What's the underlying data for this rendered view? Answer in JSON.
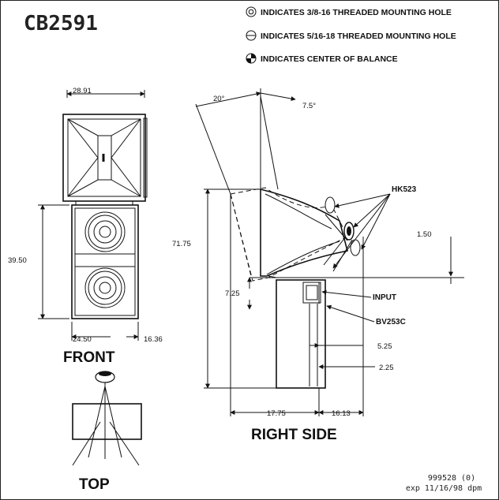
{
  "model": "CB2591",
  "legend": [
    {
      "icon": "threaded-hole-3-8-icon",
      "text": "INDICATES 3/8-16 THREADED MOUNTING HOLE"
    },
    {
      "icon": "threaded-hole-5-16-icon",
      "text": "INDICATES 5/16-18 THREADED MOUNTING HOLE"
    },
    {
      "icon": "center-of-balance-icon",
      "text": "INDICATES CENTER OF BALANCE"
    }
  ],
  "views": {
    "front": "FRONT",
    "top": "TOP",
    "right_side": "RIGHT SIDE"
  },
  "front_dims": {
    "width_top": "28.91",
    "height": "39.50",
    "width_bottom": "24.50",
    "depth_bottom": "16.36"
  },
  "side_dims": {
    "angle_left": "20°",
    "angle_right": "7.5°",
    "total_height": "71.75",
    "offset": "1.50",
    "sub_height": "7.25",
    "d1": "5.25",
    "d2": "2.25",
    "bottom_left": "17.75",
    "bottom_right": "16.13"
  },
  "callouts": {
    "hardware": "HK523",
    "input": "INPUT",
    "bracket": "BV253C"
  },
  "doc": {
    "number": "999528 (0)",
    "expiry": "exp 11/16/98 dpm"
  }
}
